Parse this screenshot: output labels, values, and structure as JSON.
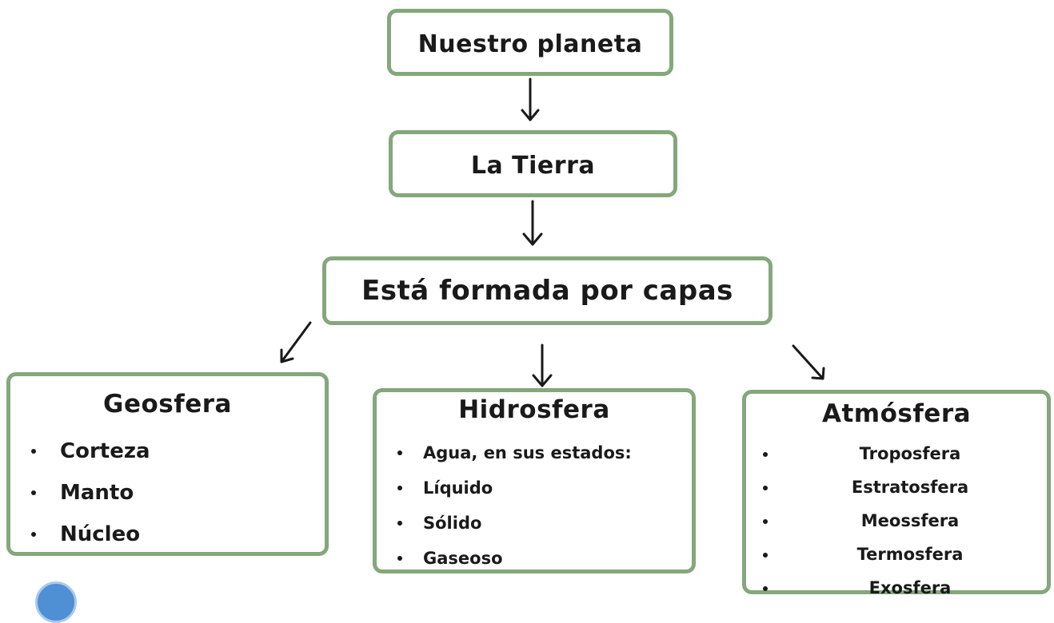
{
  "colors": {
    "box_border": "#84a77b",
    "text": "#1a1a1a",
    "badge": "#4f8fd3"
  },
  "nodes": {
    "nuestro": "Nuestro planeta",
    "tierra": "La Tierra",
    "capas": "Está formada por capas",
    "geosfera": {
      "title": "Geosfera",
      "items": [
        "Corteza",
        "Manto",
        "Núcleo"
      ]
    },
    "hidrosfera": {
      "title": "Hidrosfera",
      "items": [
        "Agua, en sus estados:",
        "Líquido",
        "Sólido",
        "Gaseoso"
      ]
    },
    "atmosfera": {
      "title": "Atmósfera",
      "items": [
        "Troposfera",
        "Estratosfera",
        "Meossfera",
        "Termosfera",
        "Exosfera"
      ]
    }
  }
}
